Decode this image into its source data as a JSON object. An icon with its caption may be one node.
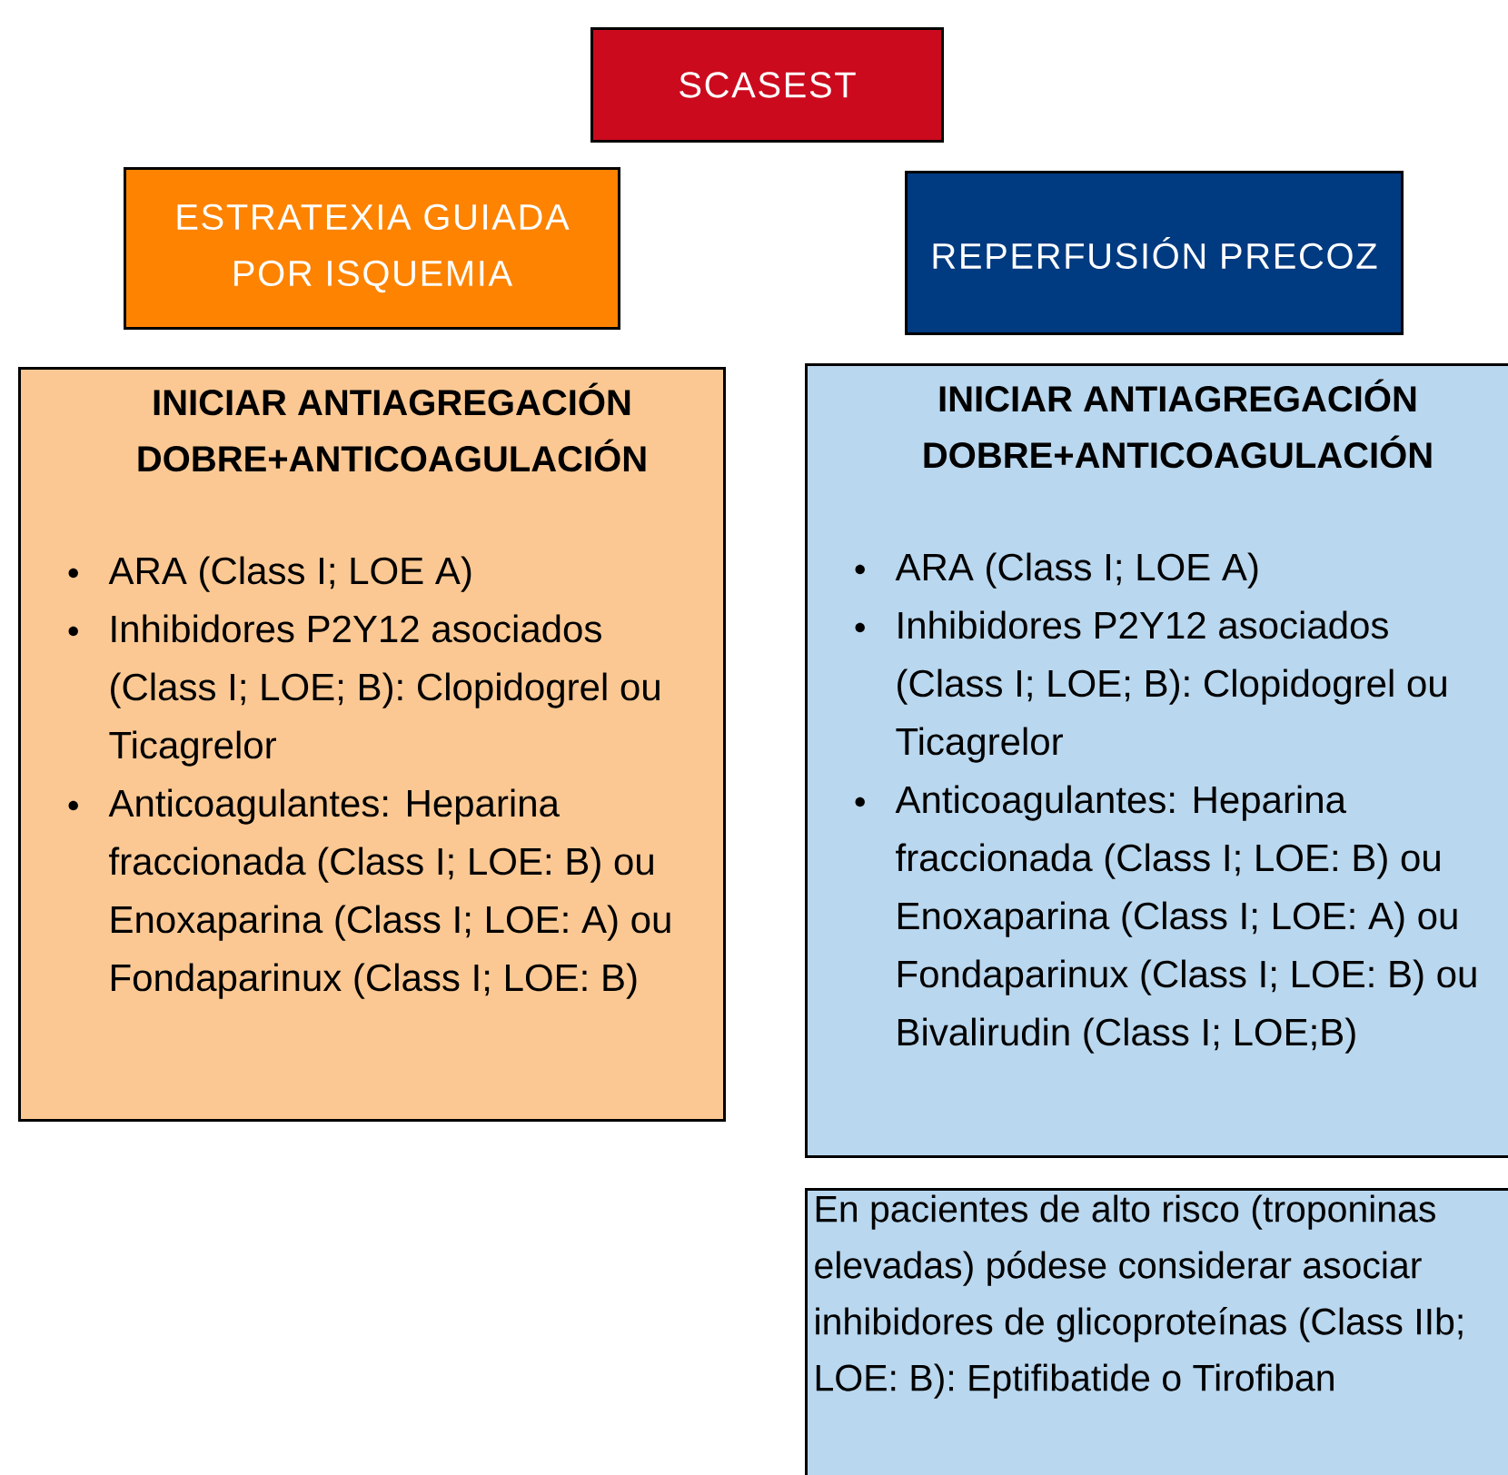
{
  "diagram": {
    "nodes": [
      {
        "text": [
          "SCASEST"
        ]
      },
      {
        "text": [
          "ESTRATEXIA GUIADA POR ISQUEMIA"
        ]
      },
      {
        "text": [
          "REPERFUSIÓN PRECOZ"
        ]
      },
      {
        "text": [
          "INICIAR ANTIAGREGACIÓN DOBRE+ANTICOAGULACIÓN",
          "ARA (Class I; LOE A)",
          "Inhibidores P2Y12 asociados (Class I; LOE; B): Clopidogrel ou Ticagrelor",
          "Anticoagulantes: Heparina fraccionada (Class I; LOE: B) ou Enoxaparina (Class I; LOE: A) ou Fondaparinux (Class I; LOE: B)"
        ]
      },
      {
        "text": [
          "INICIAR ANTIAGREGACIÓN DOBRE+ANTICOAGULACIÓN",
          "ARA (Class I; LOE A)",
          "Inhibidores P2Y12 asociados (Class I; LOE; B): Clopidogrel ou Ticagrelor",
          "Anticoagulantes: Heparina fraccionada (Class I; LOE: B) ou Enoxaparina (Class I; LOE: A) ou Fondaparinux (Class I; LOE: B) ou Bivalirudin (Class I; LOE;B)"
        ]
      },
      {
        "text": [
          "En pacientes de alto risco (troponinas elevadas) pódese considerar asociar inhibidores de glicoproteínas  (Class IIb; LOE: B): Eptifibatide o Tirofiban"
        ]
      }
    ]
  }
}
